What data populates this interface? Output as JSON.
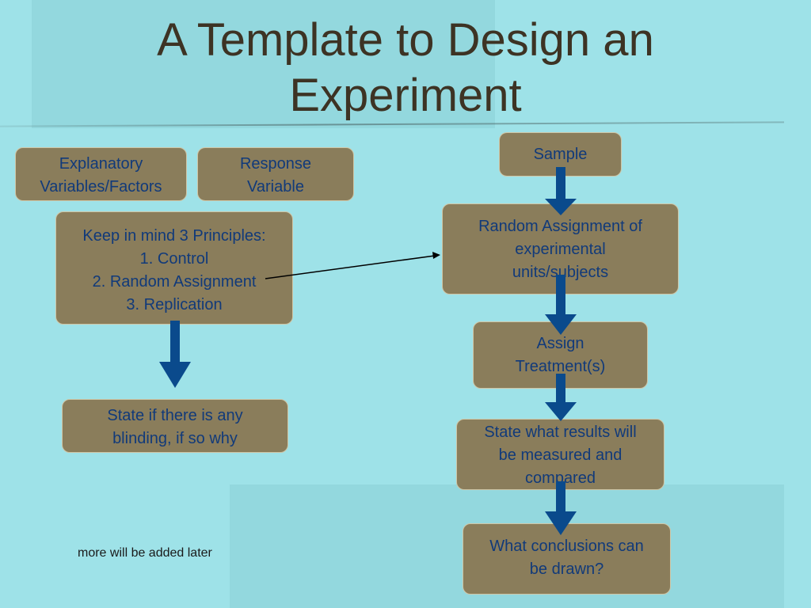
{
  "slide": {
    "title": "A Template to Design an Experiment",
    "note": "more will be added later"
  },
  "boxes": {
    "explanatory": "Explanatory\nVariables/Factors",
    "response": "Response\nVariable",
    "principles": "Keep in mind 3 Principles:\n1. Control\n2. Random Assignment\n3. Replication",
    "blinding": "State if there is any\nblinding, if so why",
    "sample": "Sample",
    "random_assignment": "Random Assignment of\nexperimental\nunits/subjects",
    "assign_treatment": "Assign\nTreatment(s)",
    "results_measured": "State what results will\nbe measured and\ncompared",
    "conclusions": "What conclusions can\nbe drawn?"
  },
  "colors": {
    "background": "#9ee2e8",
    "box_fill": "#8a7d5b",
    "box_text": "#113a7a",
    "arrow": "#0a4a8c",
    "title": "#3d3324"
  }
}
